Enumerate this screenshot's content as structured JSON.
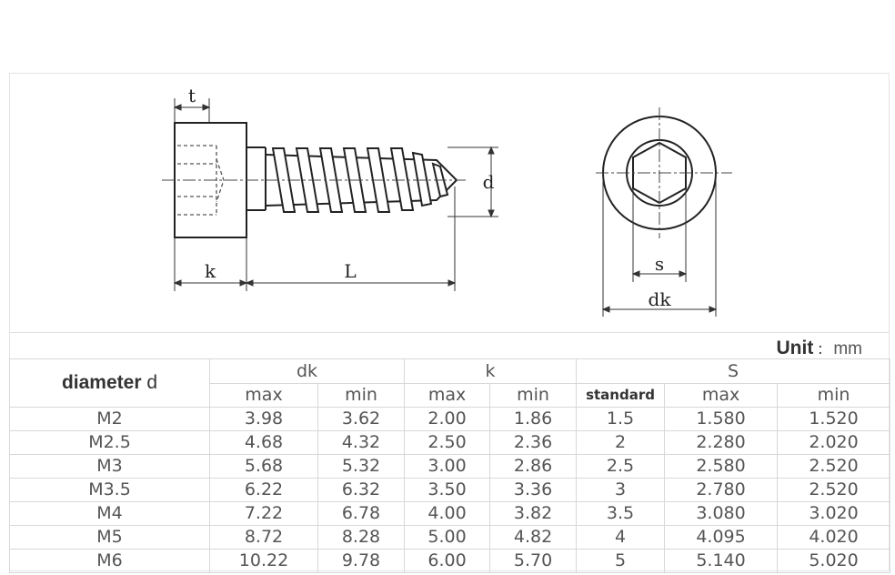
{
  "drawing": {
    "labels": {
      "t": "t",
      "k": "k",
      "L": "L",
      "d": "d",
      "s": "s",
      "dk": "dk"
    }
  },
  "unit": {
    "label": "Unit",
    "separator": "：",
    "value": "mm"
  },
  "table": {
    "diameter_label": "diameter",
    "diameter_symbol": "d",
    "groups": [
      "dk",
      "k",
      "S"
    ],
    "subheaders": [
      "max",
      "min",
      "max",
      "min",
      "standard",
      "max",
      "min"
    ],
    "rows": [
      [
        "M2",
        "3.98",
        "3.62",
        "2.00",
        "1.86",
        "1.5",
        "1.580",
        "1.520"
      ],
      [
        "M2.5",
        "4.68",
        "4.32",
        "2.50",
        "2.36",
        "2",
        "2.280",
        "2.020"
      ],
      [
        "M3",
        "5.68",
        "5.32",
        "3.00",
        "2.86",
        "2.5",
        "2.580",
        "2.520"
      ],
      [
        "M3.5",
        "6.22",
        "6.32",
        "3.50",
        "3.36",
        "3",
        "2.780",
        "2.520"
      ],
      [
        "M4",
        "7.22",
        "6.78",
        "4.00",
        "3.82",
        "3.5",
        "3.080",
        "3.020"
      ],
      [
        "M5",
        "8.72",
        "8.28",
        "5.00",
        "4.82",
        "4",
        "4.095",
        "4.020"
      ],
      [
        "M6",
        "10.22",
        "9.78",
        "6.00",
        "5.70",
        "5",
        "5.140",
        "5.020"
      ]
    ]
  }
}
